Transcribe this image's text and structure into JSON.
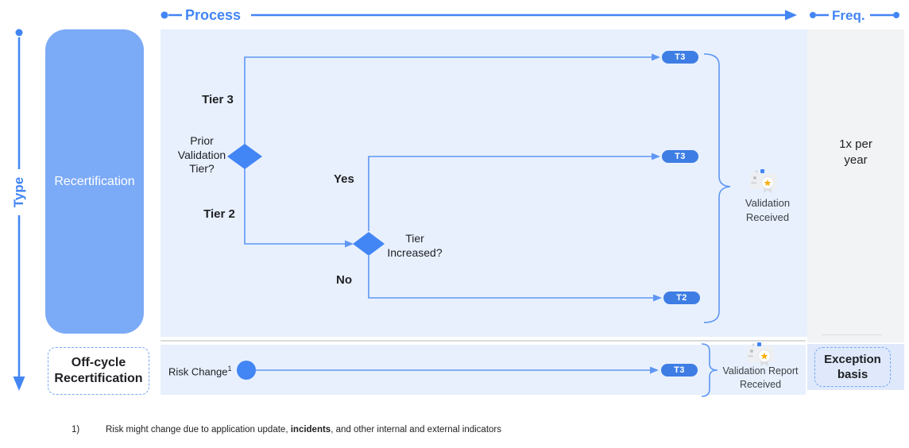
{
  "colors": {
    "accent": "#4285f4",
    "connector": "#5f97f2",
    "panel_blue": "#e8f0fe",
    "freq_gray": "#f1f3f4",
    "exception_blue": "#dfe9fb",
    "pill_blue": "#3d7de4",
    "recert_blue": "#7baaf7",
    "badge_star_gold": "#f9ab00"
  },
  "axes": {
    "process_label": "Process",
    "freq_label": "Freq.",
    "type_label": "Type"
  },
  "rows": {
    "recertification_label": "Recertification",
    "off_cycle_label": "Off-cycle Recertification"
  },
  "flow": {
    "decision1": {
      "label": "Prior Validation Tier?",
      "branch_top": "Tier 3",
      "branch_bottom": "Tier 2"
    },
    "decision2": {
      "label": "Tier Increased?",
      "branch_top": "Yes",
      "branch_bottom": "No"
    },
    "pills": {
      "top": "T3",
      "middle": "T3",
      "bottom": "T2",
      "offcycle": "T3"
    },
    "outcome_main": {
      "label": "Validation Received",
      "icon": "certificate-icon"
    },
    "outcome_offcycle": {
      "label": "Validation Report Received",
      "icon": "certificate-icon"
    },
    "offcycle_trigger": {
      "label": "Risk Change",
      "sup": "1"
    }
  },
  "frequency": {
    "main_label": "1x per year",
    "offcycle_label": "Exception basis"
  },
  "footnote": {
    "number": "1)",
    "text_pre": "Risk might change due to application update, ",
    "text_bold": "incidents",
    "text_post": ", and other internal and external indicators"
  }
}
